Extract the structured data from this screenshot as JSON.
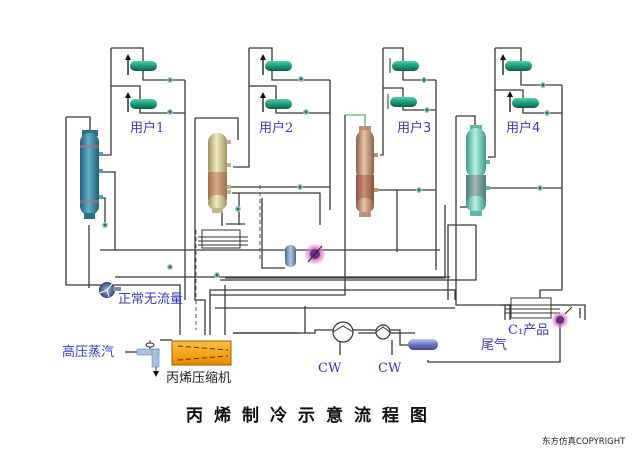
{
  "diagram": {
    "title": "丙烯制冷示意流程图",
    "copyright": "东方仿真COPYRIGHT",
    "users": [
      {
        "id": "user1",
        "label": "用户1"
      },
      {
        "id": "user2",
        "label": "用户2"
      },
      {
        "id": "user3",
        "label": "用户3"
      },
      {
        "id": "user4",
        "label": "用户4"
      }
    ],
    "labels": {
      "no_flow": "正常无流量",
      "hp_steam": "高压蒸汽",
      "compressor": "丙烯压缩机",
      "cw1": "CW",
      "cw2": "CW",
      "tail_gas": "尾气",
      "c1_product": "C₁产品"
    },
    "equipment": [
      {
        "name": "drum-1",
        "color": "#3a8fa8"
      },
      {
        "name": "drum-2",
        "color": "#d9cc8f"
      },
      {
        "name": "drum-3",
        "color": "#c99a80"
      },
      {
        "name": "drum-4",
        "color": "#7fd3c4"
      },
      {
        "name": "compressor",
        "color": "#f5a000"
      },
      {
        "name": "user-exchanger",
        "color": "#1e9a7a"
      }
    ],
    "colors": {
      "label_blue": "#3a3ac0",
      "pipe": "#3a3a3a",
      "pipe_green": "#5cc05c"
    }
  }
}
